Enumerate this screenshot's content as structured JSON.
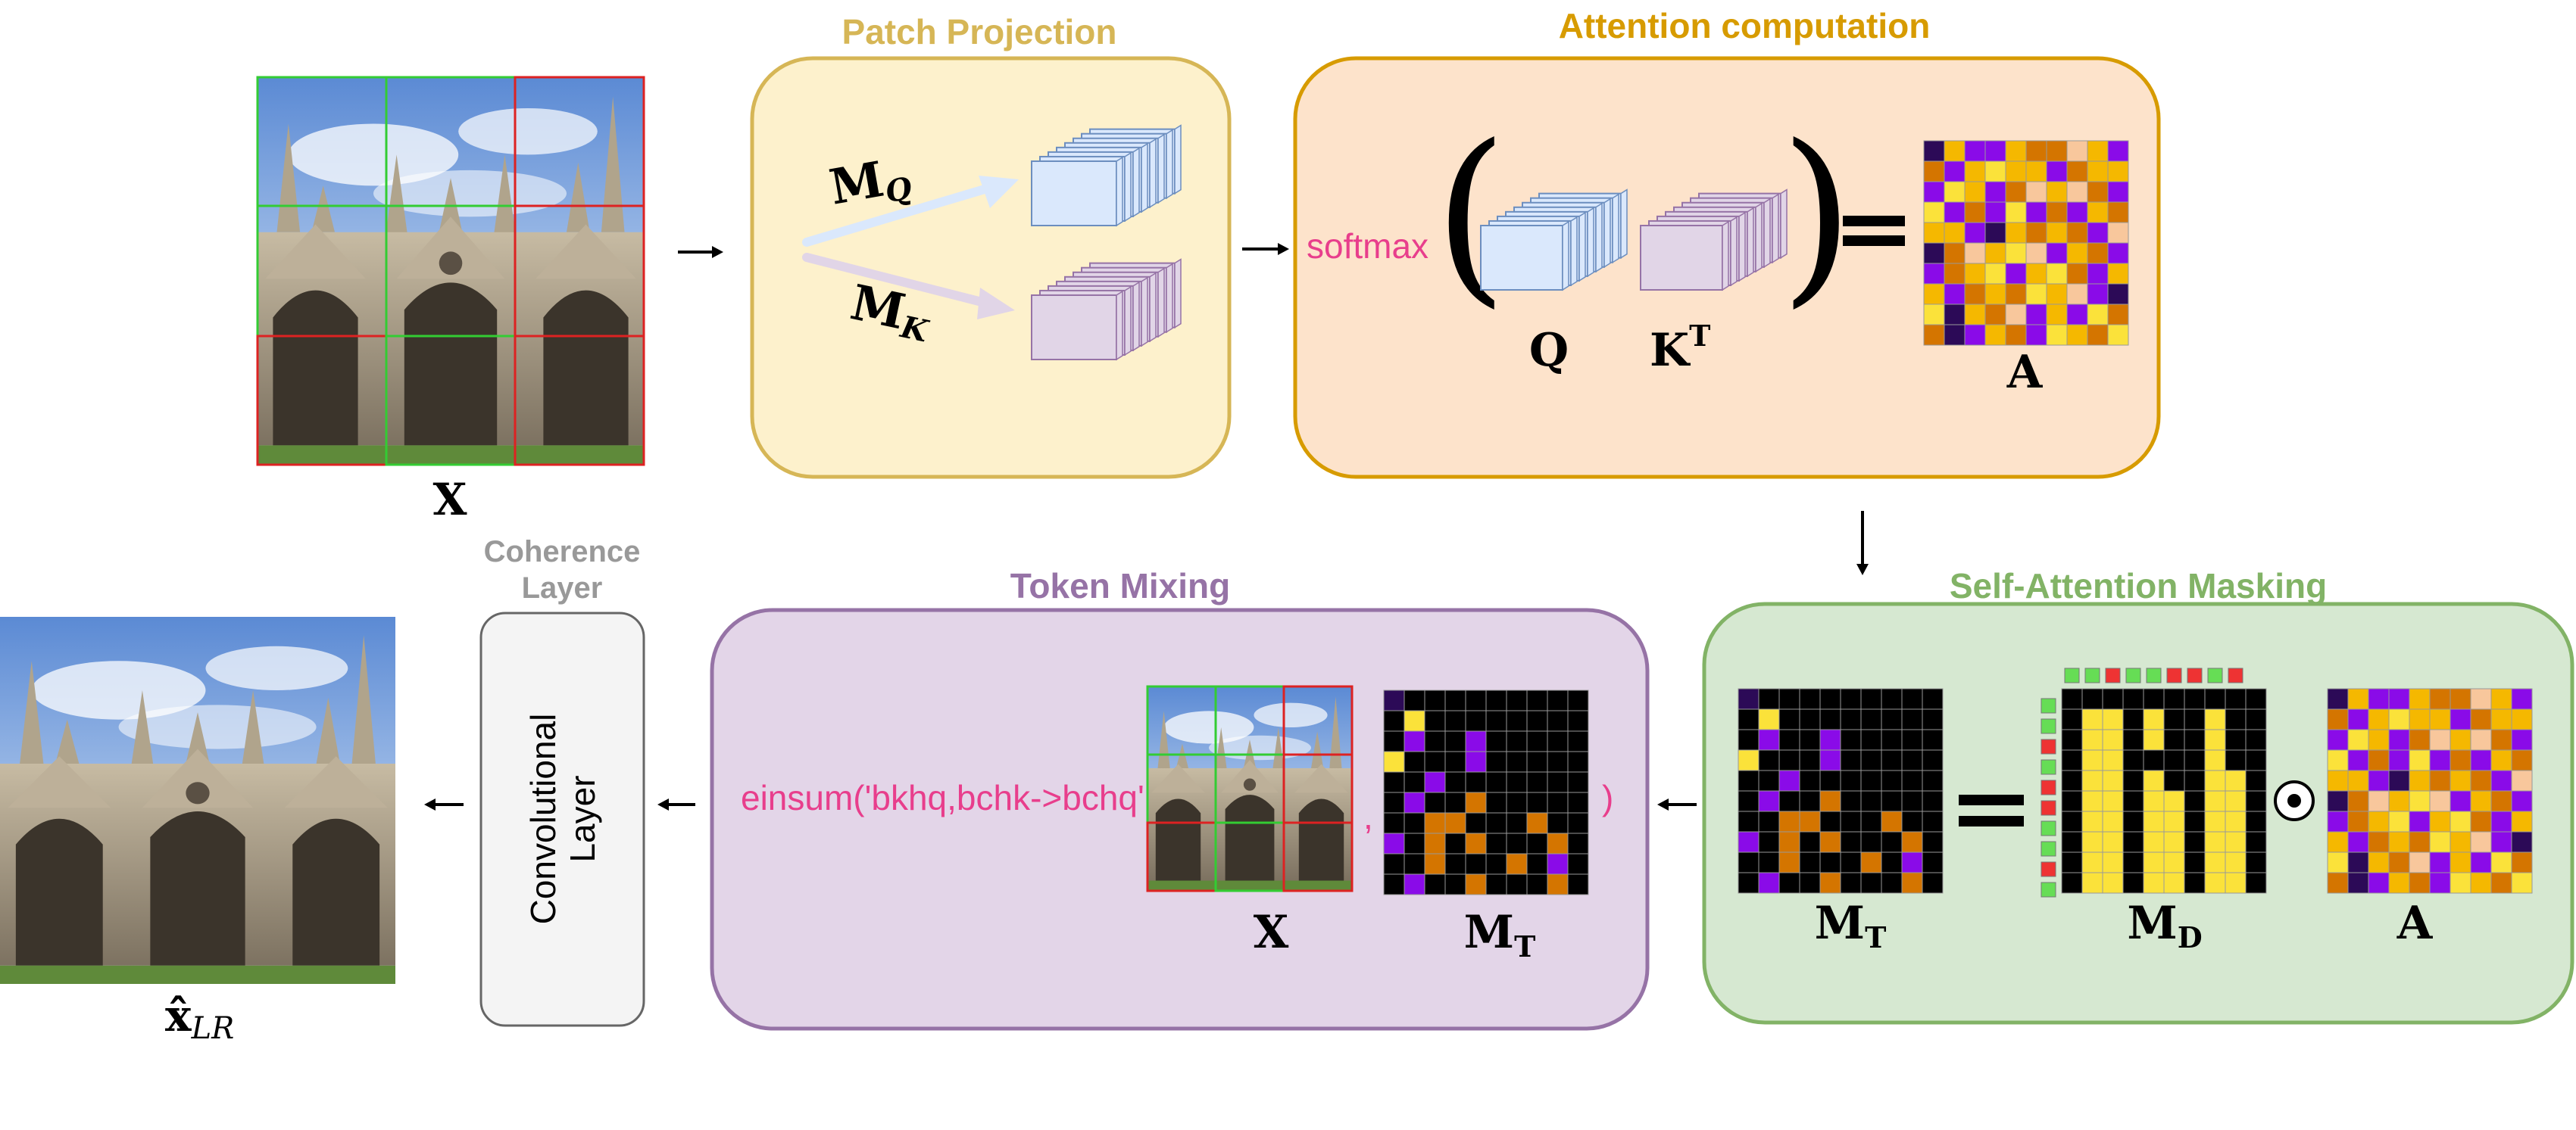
{
  "colors": {
    "patch_fill": "#fdf1cc",
    "patch_stroke": "#d6b656",
    "attn_fill": "#fde3cb",
    "attn_stroke": "#d79b00",
    "mix_fill": "#e3d5e8",
    "mix_stroke": "#9673a6",
    "mask_fill": "#d6e8d1",
    "mask_stroke": "#82b366",
    "conv_fill": "#f4f4f4",
    "conv_stroke": "#666666",
    "patch_title": "#d6b656",
    "attn_title": "#d79b00",
    "mix_title": "#9673a6",
    "mask_title": "#82b366",
    "coherence_title": "#999999",
    "code_text": "#e83e8c",
    "q_block": "#dae8fc",
    "q_block_edge": "#6c8ebf",
    "k_block": "#e1d5e7",
    "k_block_edge": "#9673a6",
    "grid_green": "#33cc33",
    "grid_red": "#dd2222",
    "cell_purple": "#8a0be8",
    "cell_dark": "#2c0a57",
    "cell_gold": "#f5b800",
    "cell_orange": "#d47500",
    "cell_peach": "#f8c79c",
    "cell_yellow": "#fbe23a",
    "cell_black": "#000000",
    "md_green": "#66dd55",
    "md_red": "#ee3333"
  },
  "icons": {
    "input_image": "cathedral-image-icon",
    "output_image": "cathedral-output-image-icon",
    "odot": "hadamard-product-icon"
  },
  "labels": {
    "input_x": "X",
    "output_x_hat": "x̂",
    "output_sub": "LR",
    "patch_title": "Patch Projection",
    "mq": "M",
    "mq_sub": "Q",
    "mk": "M",
    "mk_sub": "K",
    "attn_title": "Attention computation",
    "softmax": "softmax",
    "q": "Q",
    "kt": "K",
    "kt_sup": "T",
    "a_top": "A",
    "mask_title": "Self-Attention Masking",
    "mt_mask": "M",
    "mt_mask_sub": "T",
    "md": "M",
    "md_sub": "D",
    "a_mask": "A",
    "mix_title": "Token Mixing",
    "einsum": "einsum('bkhq,bchk->bchq'",
    "comma": ",",
    "close_paren": ")",
    "x_mix": "X",
    "mt_mix": "M",
    "mt_mix_sub": "T",
    "coherence_title_1": "Coherence",
    "coherence_title_2": "Layer",
    "conv_line_1": "Convolutional",
    "conv_line_2": "Layer"
  },
  "matrices": {
    "A": [
      "DGPPGOOAGP",
      "OPGYGGPOGG",
      "PYGPOAGAOP",
      "YPOPYPOPGO",
      "GGPDGOGOPA",
      "DOAGYAPGOP",
      "POGYPGYOPG",
      "GPOGOYGAPD",
      "YDGOAPGPYO",
      "ODPGOPYGOY"
    ],
    "MT": [
      "DBBBBBBBBB",
      "BYBBBBBBBB",
      "BPBBPBBBBB",
      "YBBBPBBBBB",
      "BBPBBBBBBB",
      "BPBBOBBBBB",
      "BBOOBBBOBB",
      "PBOBOBBBOB",
      "BBOBBBOBPB",
      "BPBBOBBBOB"
    ],
    "MD": [
      "BBBBBBBBBB",
      "BYYBYBBYBB",
      "BYYBYBBYBB",
      "BYYBBBBYBB",
      "BYYBYBBYYB",
      "BYYBYYBYYB",
      "BYYBYYBYYB",
      "BYYBYYBYYB",
      "BYYBYYBYYB",
      "BYYBYYBYYB"
    ],
    "MD_top": "GGRGGRRGR",
    "MD_left": "GGRGRRGGRG"
  }
}
